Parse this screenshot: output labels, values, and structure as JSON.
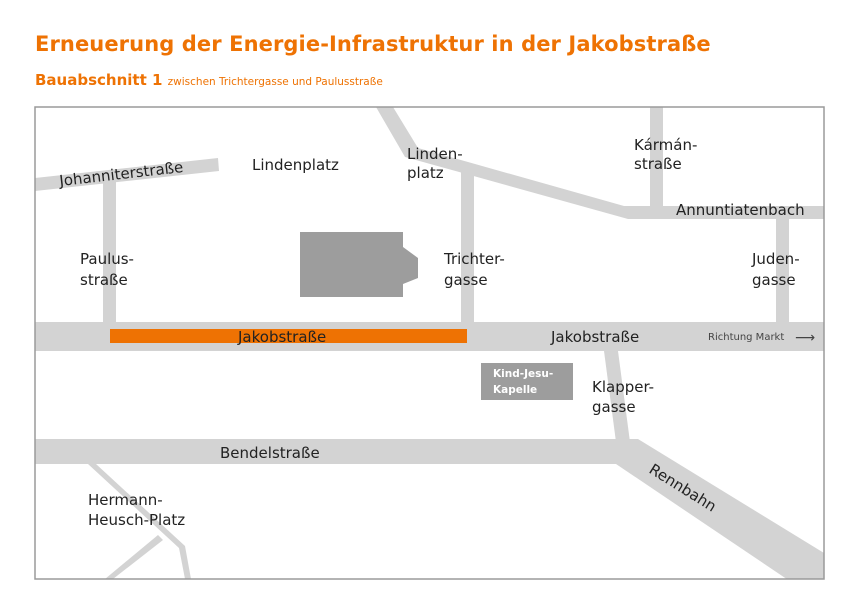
{
  "title": "Erneuerung der Energie-Infrastruktur in der Jakobstraße",
  "subtitle": {
    "main": "Bauabschnitt 1",
    "detail": "zwischen Trichtergasse und Paulusstraße"
  },
  "colors": {
    "accent": "#ee7203",
    "street": "#d3d3d3",
    "building": "#9d9d9d",
    "frame": "#9a9a9a"
  },
  "streets": {
    "johanniterstrasse": "Johanniterstraße",
    "lindenplatz_area": "Lindenplatz",
    "lindenplatz": {
      "line1": "Linden-",
      "line2": "platz"
    },
    "karman": {
      "line1": "Kármán-",
      "line2": "straße"
    },
    "annuntiatenbach": "Annuntiatenbach",
    "paulusstrasse": {
      "line1": "Paulus-",
      "line2": "straße"
    },
    "trichtergasse": {
      "line1": "Trichter-",
      "line2": "gasse"
    },
    "judengasse": {
      "line1": "Juden-",
      "line2": "gasse"
    },
    "jakobstrasse_section": "Jakobstraße",
    "jakobstrasse": "Jakobstraße",
    "klappergasse": {
      "line1": "Klapper-",
      "line2": "gasse"
    },
    "bendelstrasse": "Bendelstraße",
    "rennbahn": "Rennbahn",
    "hermann_heusch": {
      "line1": "Hermann-",
      "line2": "Heusch-Platz"
    }
  },
  "direction": {
    "label": "Richtung Markt",
    "arrow": "⟶"
  },
  "chapel": {
    "line1": "Kind-Jesu-",
    "line2": "Kapelle"
  }
}
